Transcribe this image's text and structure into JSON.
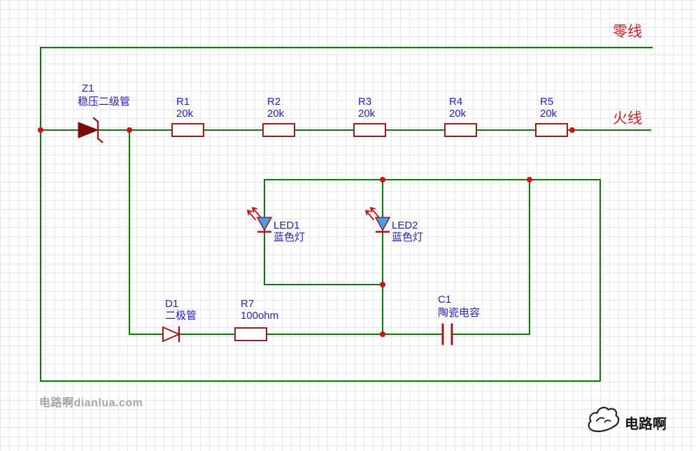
{
  "nets": {
    "neutral_label": "零线",
    "live_label": "火线"
  },
  "components": {
    "z1": {
      "ref": "Z1",
      "desc": "稳压二级管"
    },
    "r1": {
      "ref": "R1",
      "value": "20k"
    },
    "r2": {
      "ref": "R2",
      "value": "20k"
    },
    "r3": {
      "ref": "R3",
      "value": "20k"
    },
    "r4": {
      "ref": "R4",
      "value": "20k"
    },
    "r5": {
      "ref": "R5",
      "value": "20k"
    },
    "led1": {
      "ref": "LED1",
      "desc": "蓝色灯"
    },
    "led2": {
      "ref": "LED2",
      "desc": "蓝色灯"
    },
    "d1": {
      "ref": "D1",
      "desc": "二极管"
    },
    "r7": {
      "ref": "R7",
      "value": "100ohm"
    },
    "c1": {
      "ref": "C1",
      "desc": "陶瓷电容"
    }
  },
  "footer": {
    "watermark": "电路啊dianlua.com",
    "logo_text": "电路啊"
  },
  "colors": {
    "wire": "#0a7a0a",
    "component_outline": "#9b1b1b",
    "diode_fill": "#7a0b0b",
    "junction": "#cc1212",
    "ref_label": "#2323bb",
    "net_label": "#d21f1f",
    "led_fill": "#47a1ea",
    "grid": "#e3e7ee"
  }
}
